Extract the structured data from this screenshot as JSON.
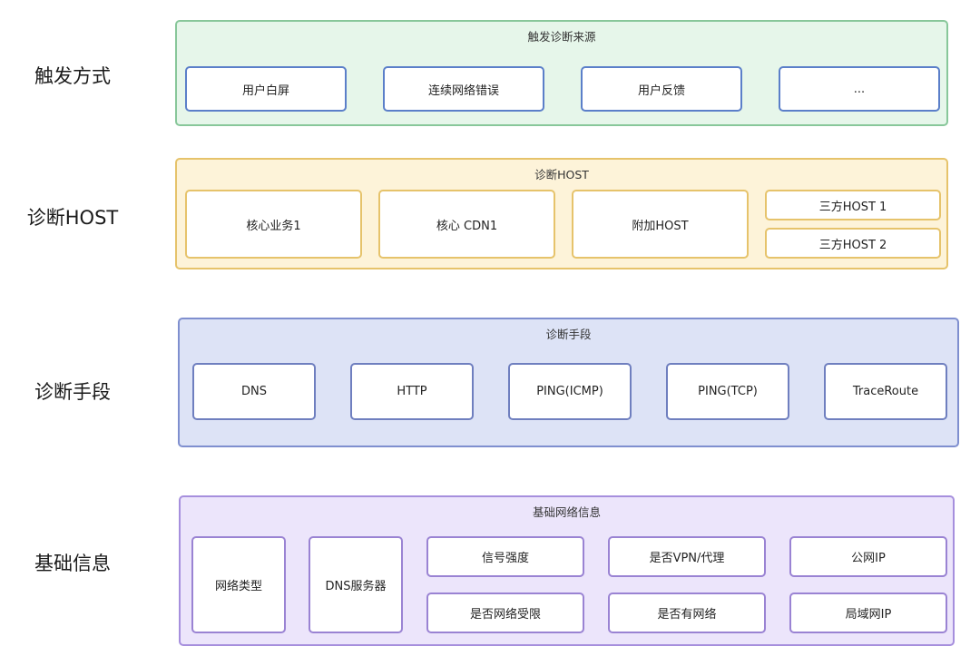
{
  "rows": {
    "trigger": "触发方式",
    "host": "诊断HOST",
    "method": "诊断手段",
    "base": "基础信息"
  },
  "trigger_group": {
    "title": "触发诊断来源",
    "items": [
      "用户白屏",
      "连续网络错误",
      "用户反馈",
      "..."
    ]
  },
  "host_group": {
    "title": "诊断HOST",
    "items": [
      "核心业务1",
      "核心 CDN1",
      "附加HOST",
      "三方HOST 1",
      "三方HOST 2"
    ]
  },
  "method_group": {
    "title": "诊断手段",
    "items": [
      "DNS",
      "HTTP",
      "PING(ICMP)",
      "PING(TCP)",
      "TraceRoute"
    ]
  },
  "base_group": {
    "title": "基础网络信息",
    "items": [
      "网络类型",
      "DNS服务器",
      "信号强度",
      "是否VPN/代理",
      "公网IP",
      "是否网络受限",
      "是否有网络",
      "局域网IP"
    ]
  },
  "colors": {
    "trigger_bg": "#e6f6ea",
    "host_bg": "#fdf3d9",
    "method_bg": "#dde3f6",
    "base_bg": "#ece5fb"
  }
}
